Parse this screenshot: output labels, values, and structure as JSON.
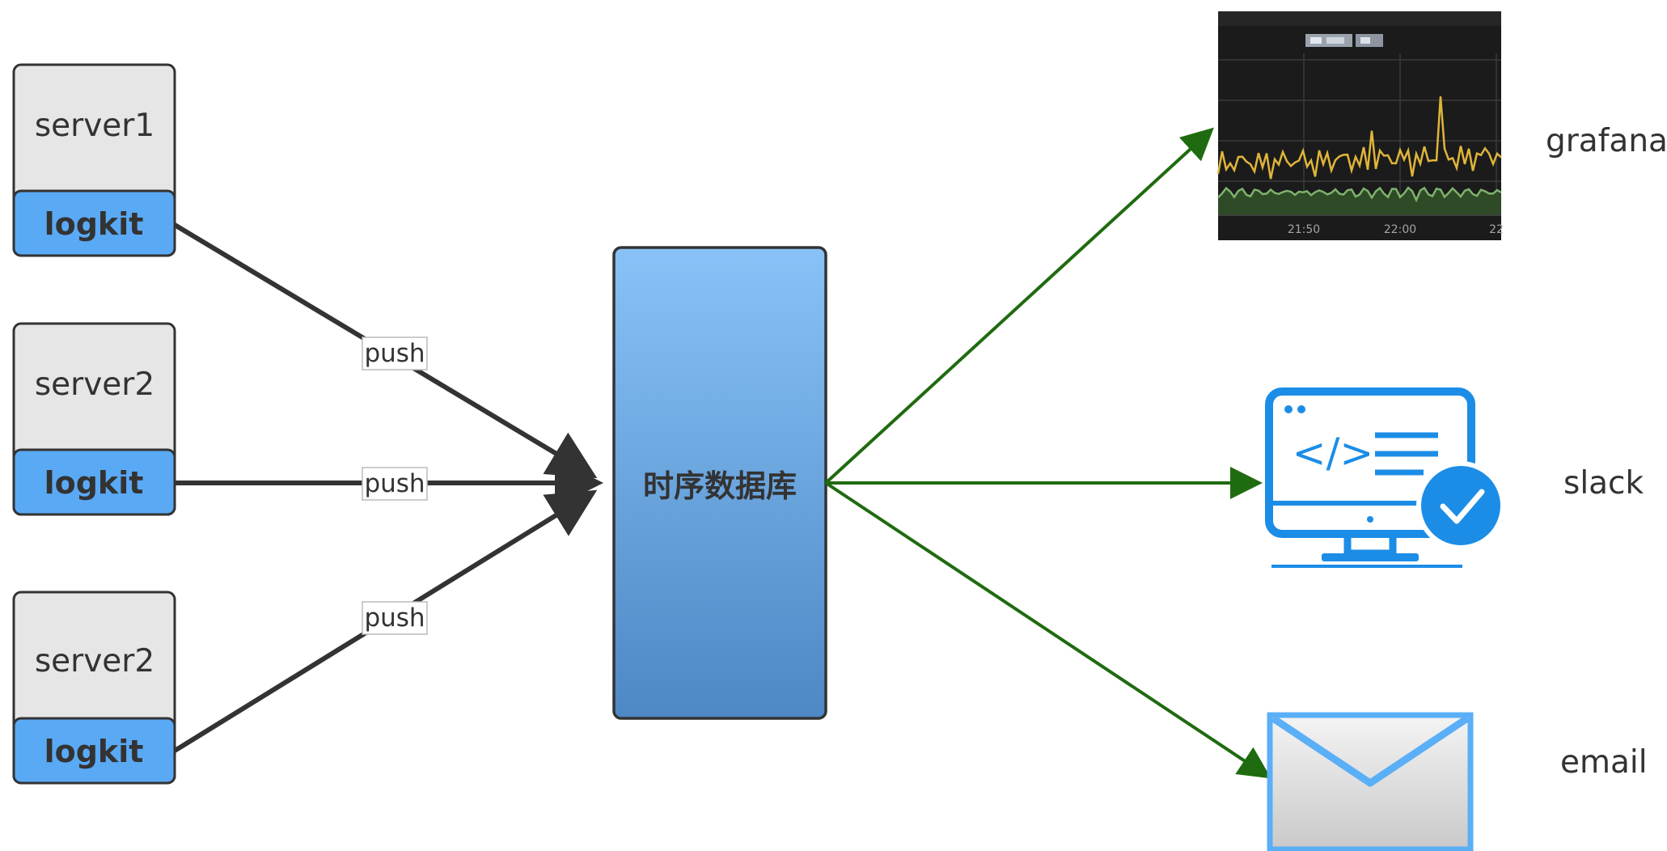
{
  "servers": [
    {
      "name": "server1",
      "agent": "logkit"
    },
    {
      "name": "server2",
      "agent": "logkit"
    },
    {
      "name": "server2",
      "agent": "logkit"
    }
  ],
  "edges": {
    "push_label": "push"
  },
  "database": {
    "label": "时序数据库"
  },
  "outputs": [
    {
      "label": "grafana",
      "icon": "grafana-dashboard-icon"
    },
    {
      "label": "slack",
      "icon": "code-monitor-check-icon"
    },
    {
      "label": "email",
      "icon": "envelope-icon"
    }
  ],
  "grafana_panel": {
    "time_ticks": [
      "21:50",
      "22:00",
      "22"
    ],
    "series_colors": [
      "#e0b53a",
      "#7eb26d"
    ]
  },
  "colors": {
    "server_fill": "#e6e6e6",
    "agent_fill": "#5aa9f5",
    "db_top": "#88c2f7",
    "db_bottom": "#4d88c5",
    "push_line": "#333333",
    "output_arrow": "#1f6b10",
    "icon_blue": "#1c8de6",
    "panel_bg": "#1b1b1b"
  }
}
